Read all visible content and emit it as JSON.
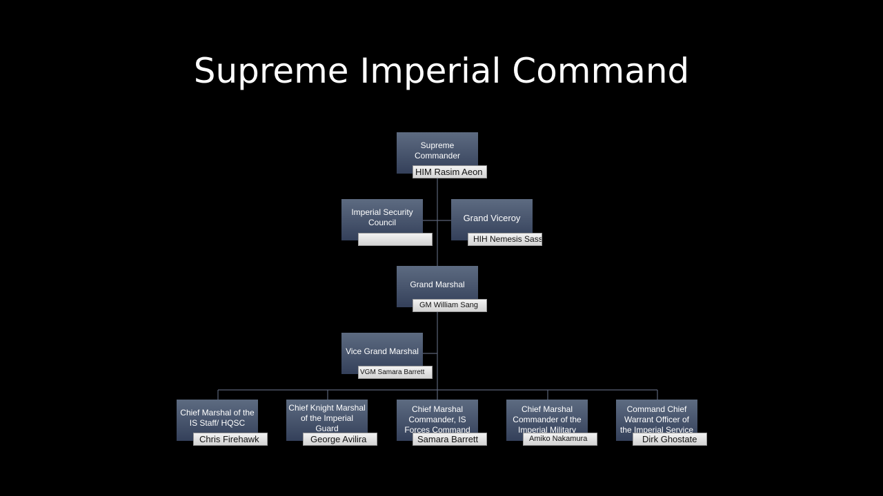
{
  "slide": {
    "title": "Supreme Imperial Command"
  },
  "org_chart": {
    "supreme_commander": {
      "role": "Supreme Commander",
      "name": "HIM Rasim Aeon"
    },
    "imperial_security_council": {
      "role": "Imperial Security Council",
      "name": ""
    },
    "grand_viceroy": {
      "role": "Grand Viceroy",
      "name": "HIH Nemesis Sass"
    },
    "grand_marshal": {
      "role": "Grand Marshal",
      "name": "GM William Sang"
    },
    "vice_grand_marshal": {
      "role": "Vice Grand Marshal",
      "name": "VGM Samara Barrett"
    },
    "chiefs": [
      {
        "role": "Chief Marshal of the IS Staff/ HQSC",
        "name": "Chris Firehawk"
      },
      {
        "role": "Chief Knight Marshal of the Imperial Guard",
        "name": "George Avilira"
      },
      {
        "role": "Chief Marshal Commander, IS Forces Command",
        "name": "Samara Barrett"
      },
      {
        "role": "Chief Marshal Commander of the Imperial Military",
        "name": "Amiko Nakamura"
      },
      {
        "role": "Command Chief Warrant Officer of the Imperial Service",
        "name": "Dirk Ghostate"
      }
    ]
  },
  "colors": {
    "background": "#000000",
    "box_top": "#5d6b81",
    "box_bottom": "#34405a",
    "connector": "#5b6478",
    "name_tag": "#e6e6e6"
  }
}
